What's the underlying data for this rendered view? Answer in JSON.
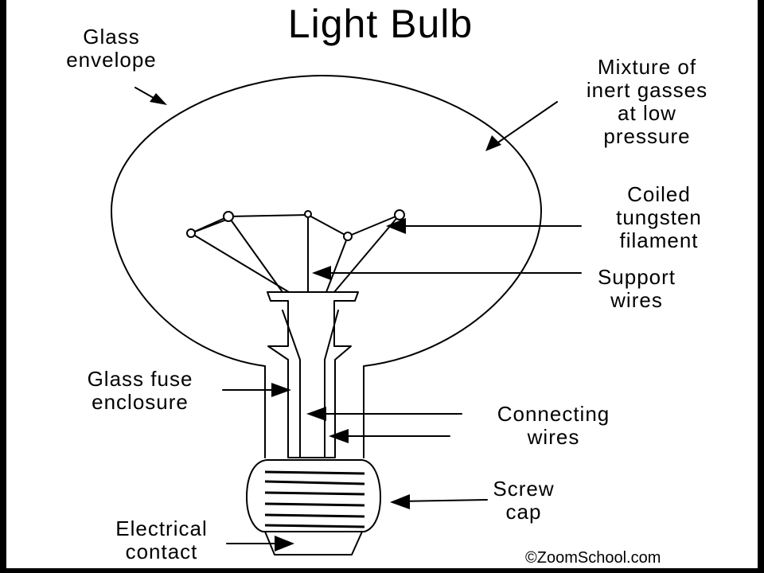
{
  "title": "Light Bulb",
  "labels": {
    "glass_envelope": [
      "Glass",
      "envelope"
    ],
    "inert_gasses": [
      "Mixture of",
      "inert gasses",
      "at low",
      "pressure"
    ],
    "filament": [
      "Coiled",
      "tungsten",
      "filament"
    ],
    "support_wires": [
      "Support",
      "wires"
    ],
    "fuse_enclosure": [
      "Glass fuse",
      "enclosure"
    ],
    "connecting_wires": [
      "Connecting",
      "wires"
    ],
    "screw_cap": [
      "Screw",
      "cap"
    ],
    "electrical_contact": [
      "Electrical",
      "contact"
    ]
  },
  "credit": "©ZoomSchool.com"
}
